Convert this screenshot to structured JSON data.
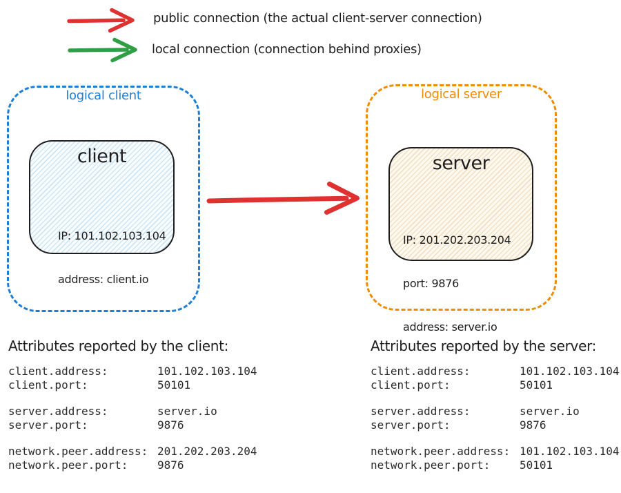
{
  "legend": {
    "items": [
      {
        "id": "public",
        "label": "public connection (the actual client-server connection)",
        "color": "#e03131"
      },
      {
        "id": "local",
        "label": "local connection (connection behind proxies)",
        "color": "#2f9e44"
      }
    ]
  },
  "diagram": {
    "logical_client": {
      "label": "logical client",
      "accent": "#1c7ed6"
    },
    "logical_server": {
      "label": "logical server",
      "accent": "#f08c00"
    },
    "client_node": {
      "title": "client",
      "lines": [
        "IP: 101.102.103.104",
        "address: client.io"
      ]
    },
    "server_node": {
      "title": "server",
      "lines": [
        "IP: 201.202.203.204",
        "port: 9876",
        "address: server.io"
      ]
    },
    "connection_arrow_color": "#e03131"
  },
  "attributes": {
    "client": {
      "title": "Attributes reported by the client:",
      "groups": [
        [
          {
            "key": "client.address:",
            "value": "101.102.103.104"
          },
          {
            "key": "client.port:",
            "value": "50101"
          }
        ],
        [
          {
            "key": "server.address:",
            "value": "server.io"
          },
          {
            "key": "server.port:",
            "value": "9876"
          }
        ],
        [
          {
            "key": "network.peer.address:",
            "value": "201.202.203.204"
          },
          {
            "key": "network.peer.port:",
            "value": "9876"
          }
        ]
      ]
    },
    "server": {
      "title": "Attributes reported by the server:",
      "groups": [
        [
          {
            "key": "client.address:",
            "value": "101.102.103.104"
          },
          {
            "key": "client.port:",
            "value": "50101"
          }
        ],
        [
          {
            "key": "server.address:",
            "value": "server.io"
          },
          {
            "key": "server.port:",
            "value": "9876"
          }
        ],
        [
          {
            "key": "network.peer.address:",
            "value": "101.102.103.104"
          },
          {
            "key": "network.peer.port:",
            "value": "50101"
          }
        ]
      ]
    }
  }
}
